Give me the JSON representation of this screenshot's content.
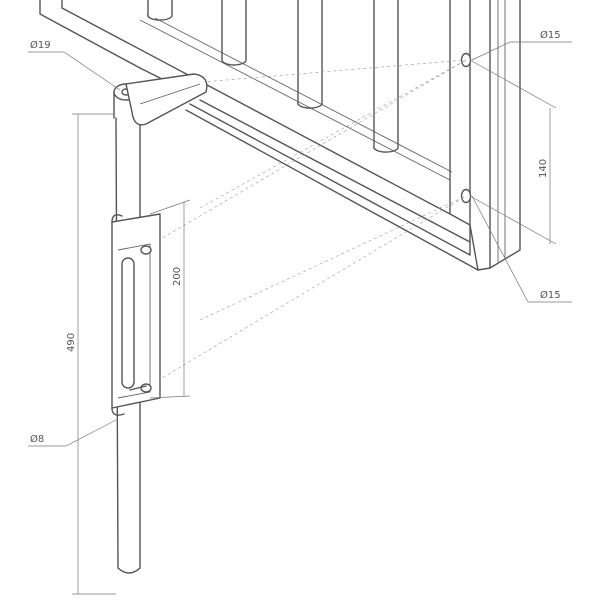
{
  "dimensions": {
    "hole_top_diameter": "Ø15",
    "hole_bottom_diameter": "Ø15",
    "hole_spacing": "140",
    "bracket_height": "200",
    "rod_length": "490",
    "rod_head_diameter": "Ø19",
    "rod_diameter": "Ø8"
  },
  "colors": {
    "line": "#555555",
    "dimension": "#777777"
  }
}
